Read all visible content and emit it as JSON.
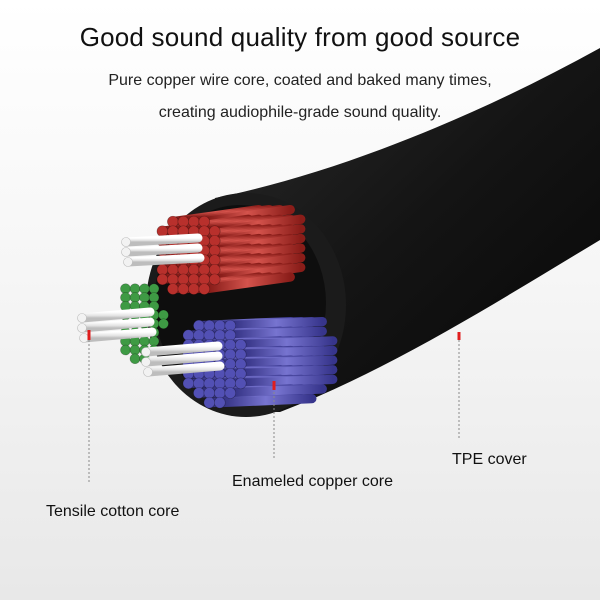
{
  "headline": "Good sound quality from good source",
  "subtitle": {
    "line1": "Pure copper wire core, coated and baked many times,",
    "line2": "creating audiophile-grade sound quality."
  },
  "callouts": {
    "tpe": "TPE cover",
    "enameled": "Enameled copper core",
    "tensile": "Tensile cotton core"
  },
  "colors": {
    "jacket": "#141414",
    "red_core": "#b8302c",
    "blue_core": "#5250b4",
    "green_core": "#3e9a44",
    "cotton": "#f2f2f2",
    "pointer": "#e01e1e"
  }
}
